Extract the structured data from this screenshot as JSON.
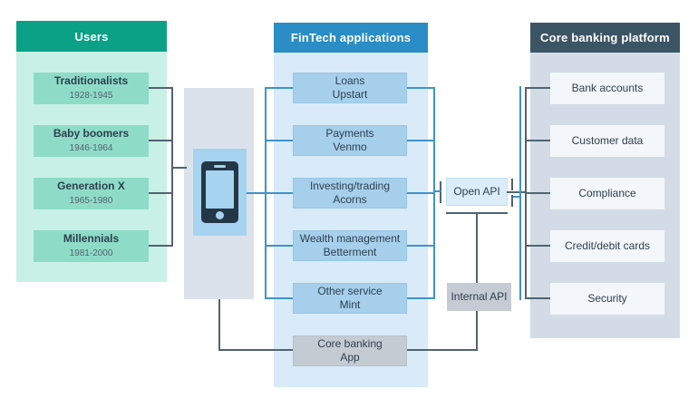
{
  "users": {
    "header": "Users",
    "groups": [
      {
        "label": "Traditionalists",
        "years": "1928-1945"
      },
      {
        "label": "Baby boomers",
        "years": "1946-1964"
      },
      {
        "label": "Generation X",
        "years": "1965-1980"
      },
      {
        "label": "Millennials",
        "years": "1981-2000"
      }
    ]
  },
  "fintech": {
    "header": "FinTech applications",
    "apps": [
      {
        "category": "Loans",
        "provider": "Upstart"
      },
      {
        "category": "Payments",
        "provider": "Venmo"
      },
      {
        "category": "Investing/trading",
        "provider": "Acorns"
      },
      {
        "category": "Wealth management",
        "provider": "Betterment"
      },
      {
        "category": "Other service",
        "provider": "Mint"
      },
      {
        "category": "Core banking",
        "provider": "App"
      }
    ]
  },
  "apis": {
    "open_api": "Open API",
    "internal_api": "Internal API"
  },
  "core_banking": {
    "header": "Core banking platform",
    "items": [
      "Bank accounts",
      "Customer data",
      "Compliance",
      "Credit/debit cards",
      "Security"
    ]
  },
  "icons": {
    "smartphone": "smartphone-icon"
  },
  "colors": {
    "users_header": "#0aa187",
    "users_panel": "#c9f0e6",
    "users_box": "#8edcc8",
    "fintech_header": "#2a8dc5",
    "fintech_panel": "#d9eaf8",
    "fintech_box": "#a6cfec",
    "core_header": "#3c5565",
    "core_panel": "#d3dce6",
    "core_box": "#f3f6fa",
    "gray_box": "#c5cbd2",
    "open_api_box": "#dcedfa",
    "device_panel": "#dce2eb",
    "device_box": "#a6d3f0",
    "phone_body": "#243746",
    "line_dark": "#51646f",
    "line_blue": "#3e94c8",
    "text_dark": "#2e3f4e",
    "text_muted": "#55626d"
  }
}
